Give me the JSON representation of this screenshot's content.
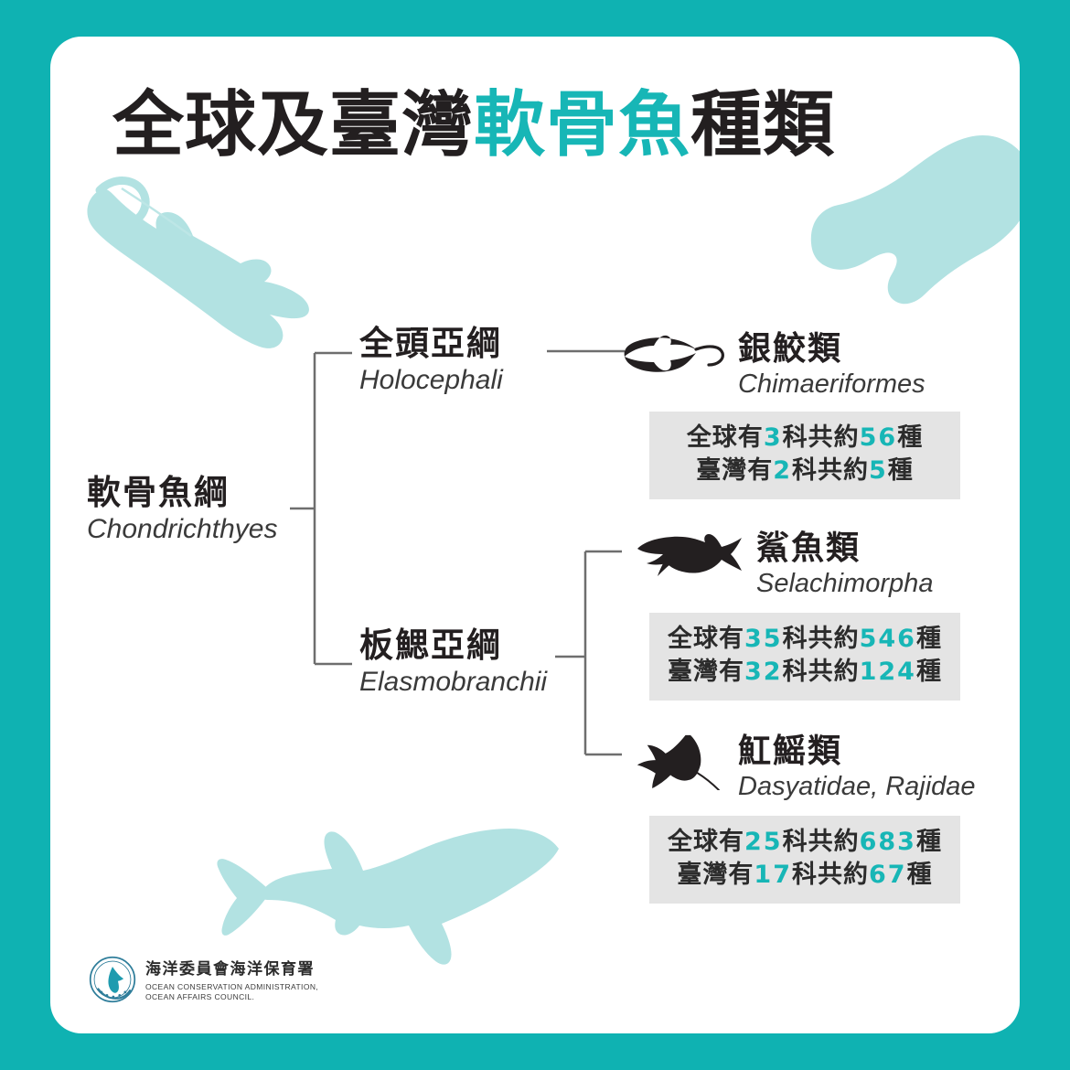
{
  "colors": {
    "page_background": "#0FB2B2",
    "card_background": "#FFFFFF",
    "accent_teal": "#17B6B6",
    "decor_teal": "#B2E2E2",
    "text_dark": "#231F20",
    "stat_box_background": "#E4E4E4",
    "line_gray": "#6E6E6E"
  },
  "title": {
    "part1": "全球及臺灣",
    "highlight": "軟骨魚",
    "part2": "種類"
  },
  "tree": {
    "root": {
      "cn": "軟骨魚綱",
      "la": "Chondrichthyes"
    },
    "subclasses": [
      {
        "cn": "全頭亞綱",
        "la": "Holocephali"
      },
      {
        "cn": "板鰓亞綱",
        "la": "Elasmobranchii"
      }
    ],
    "groups": [
      {
        "icon": "chimaera-icon",
        "cn": "銀鮫類",
        "la": "Chimaeriformes",
        "stats": {
          "global": {
            "prefix": "全球有",
            "families": "3",
            "mid": "科共約",
            "species": "56",
            "suffix": "種"
          },
          "taiwan": {
            "prefix": "臺灣有",
            "families": "2",
            "mid": "科共約",
            "species": "5",
            "suffix": "種"
          }
        }
      },
      {
        "icon": "shark-icon",
        "cn": "鯊魚類",
        "la": "Selachimorpha",
        "stats": {
          "global": {
            "prefix": "全球有",
            "families": "35",
            "mid": "科共約",
            "species": "546",
            "suffix": "種"
          },
          "taiwan": {
            "prefix": "臺灣有",
            "families": "32",
            "mid": "科共約",
            "species": "124",
            "suffix": "種"
          }
        }
      },
      {
        "icon": "ray-icon",
        "cn": "魟鰩類",
        "la": "Dasyatidae, Rajidae",
        "stats": {
          "global": {
            "prefix": "全球有",
            "families": "25",
            "mid": "科共約",
            "species": "683",
            "suffix": "種"
          },
          "taiwan": {
            "prefix": "臺灣有",
            "families": "17",
            "mid": "科共約",
            "species": "67",
            "suffix": "種"
          }
        }
      }
    ]
  },
  "decorations": [
    {
      "name": "ray-silhouette-top-right"
    },
    {
      "name": "chimaera-silhouette-left"
    },
    {
      "name": "shark-silhouette-bottom"
    }
  ],
  "footer": {
    "logo": "whale-tail-logo",
    "org_cn": "海洋委員會海洋保育署",
    "org_en_line1": "OCEAN CONSERVATION ADMINISTRATION,",
    "org_en_line2": "OCEAN AFFAIRS COUNCIL."
  }
}
